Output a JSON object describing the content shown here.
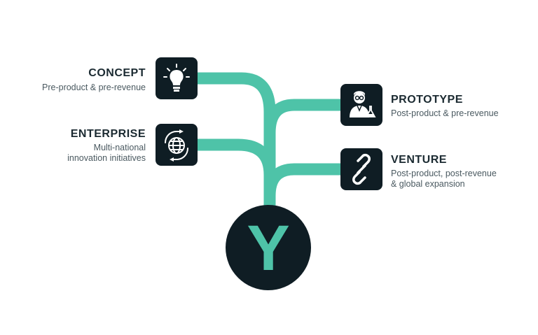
{
  "stages": [
    {
      "id": "concept",
      "title": "CONCEPT",
      "subtitle_lines": [
        "Pre-product & pre-revenue"
      ],
      "icon": "lightbulb-icon"
    },
    {
      "id": "enterprise",
      "title": "ENTERPRISE",
      "subtitle_lines": [
        "Multi-national",
        "innovation initiatives"
      ],
      "icon": "globe-hands-icon"
    },
    {
      "id": "prototype",
      "title": "PROTOTYPE",
      "subtitle_lines": [
        "Post-product & pre-revenue"
      ],
      "icon": "scientist-icon"
    },
    {
      "id": "venture",
      "title": "VENTURE",
      "subtitle_lines": [
        "Post-product, post-revenue",
        "& global expansion"
      ],
      "icon": "link-icon"
    }
  ],
  "logo": {
    "letter": "Y"
  },
  "colors": {
    "branch": "#4ec3a8",
    "node": "#0f1d24",
    "logo_letter": "#4ec3a8",
    "text": "#1b2a31"
  }
}
